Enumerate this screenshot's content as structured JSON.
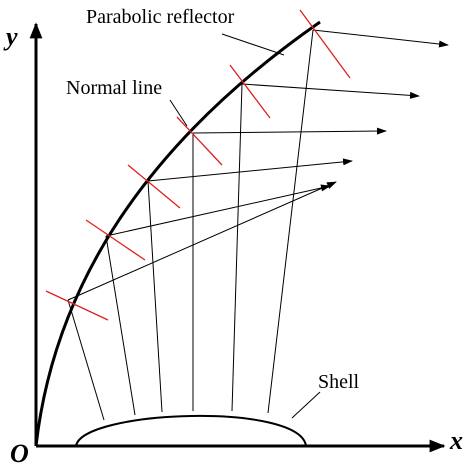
{
  "labels": {
    "reflector": "Parabolic reflector",
    "normal_line": "Normal line",
    "shell": "Shell",
    "y_axis": "y",
    "x_axis": "x",
    "origin": "O"
  },
  "colors": {
    "ink": "#000000",
    "normal": "#e02020"
  }
}
